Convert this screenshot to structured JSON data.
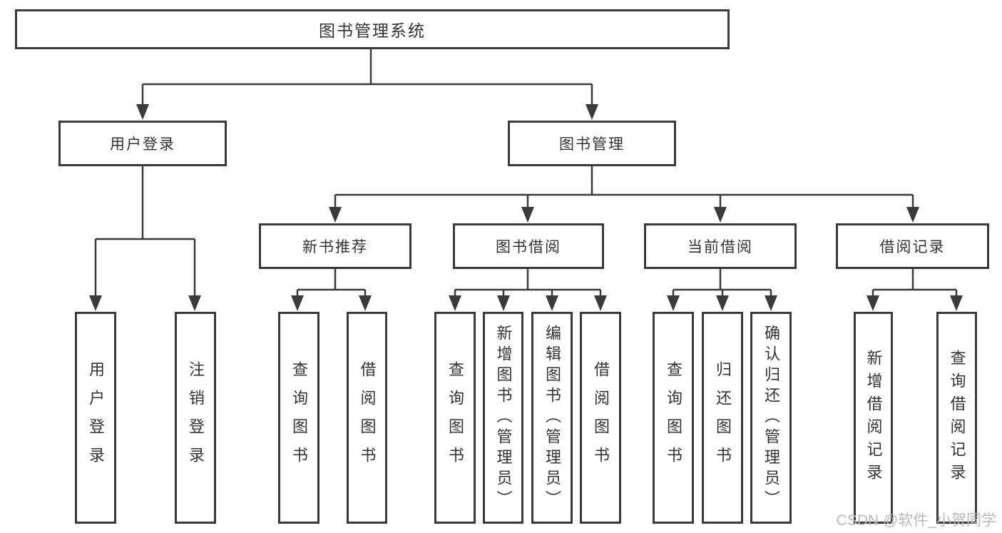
{
  "tree": {
    "root": "图书管理系统",
    "branches": [
      {
        "label": "用户登录",
        "children": [
          "用户登录",
          "注销登录"
        ]
      },
      {
        "label": "图书管理",
        "children": [
          {
            "label": "新书推荐",
            "children": [
              "查询图书",
              "借阅图书"
            ]
          },
          {
            "label": "图书借阅",
            "children": [
              "查询图书",
              "新增图书（管理员）",
              "编辑图书（管理员）",
              "借阅图书"
            ]
          },
          {
            "label": "当前借阅",
            "children": [
              "查询图书",
              "归还图书",
              "确认归还（管理员）"
            ]
          },
          {
            "label": "借阅记录",
            "children": [
              "新增借阅记录",
              "查询借阅记录"
            ]
          }
        ]
      }
    ]
  },
  "watermark": "CSDN @软件_小贺同学",
  "colors": {
    "line": "#3a3a3a",
    "box_border": "#3a3a3a",
    "text": "#333333",
    "background": "#ffffff",
    "watermark": "#b9b9b9"
  }
}
